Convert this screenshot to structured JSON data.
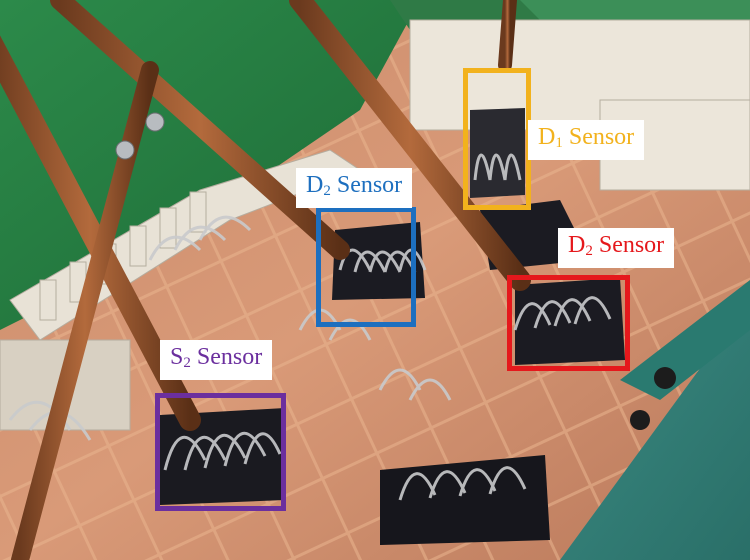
{
  "annotations": [
    {
      "id": "d1",
      "letter": "D",
      "subscript": "1",
      "word": "Sensor",
      "color": "#f2b21d"
    },
    {
      "id": "d2-blue",
      "letter": "D",
      "subscript": "2",
      "word": "Sensor",
      "color": "#1d6fbf"
    },
    {
      "id": "d2-red",
      "letter": "D",
      "subscript": "2",
      "word": "Sensor",
      "color": "#e5181c"
    },
    {
      "id": "s2",
      "letter": "S",
      "subscript": "2",
      "word": "Sensor",
      "color": "#6b2f9e"
    }
  ]
}
